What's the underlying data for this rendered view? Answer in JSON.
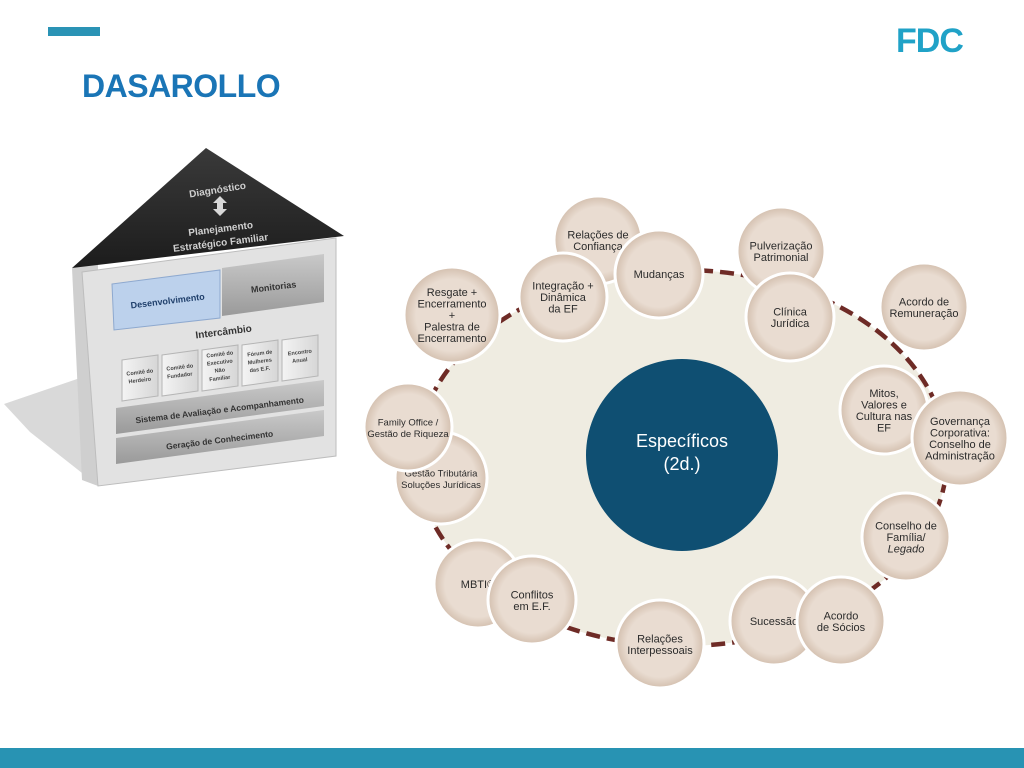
{
  "header": {
    "title": "DASAROLLO",
    "logo": "FDC"
  },
  "colors": {
    "accent": "#2a93b5",
    "title": "#1a75b6",
    "core": "#0f4f72",
    "node_fill": "#e6d7cb",
    "dashed_ring": "#6e2b26"
  },
  "house": {
    "roof_top": "Diagnóstico",
    "roof_bottom_1": "Planejamento",
    "roof_bottom_2": "Estratégico Familiar",
    "desenvolvimento": "Desenvolvimento",
    "monitorias": "Monitorias",
    "intercambio": "Intercâmbio",
    "pillars": [
      [
        "Comitê do",
        "Herdeiro"
      ],
      [
        "Comitê do",
        "Fundador"
      ],
      [
        "Comitê do",
        "Executivo",
        "Não",
        "Familiar"
      ],
      [
        "Fórum de",
        "Mulheres",
        "das E.F."
      ],
      [
        "Encontro",
        "Anual"
      ]
    ],
    "sistema": "Sistema de Avaliação e Acompanhamento",
    "geracao": "Geração de Conhecimento"
  },
  "diagram": {
    "center": [
      "Específicos",
      "(2d.)"
    ],
    "nodes": [
      {
        "id": "relacoes-confianca",
        "lines": [
          "Relações de",
          "Confiança"
        ]
      },
      {
        "id": "mudancas",
        "lines": [
          "Mudanças"
        ]
      },
      {
        "id": "integracao",
        "lines": [
          "Integração +",
          "Dinâmica",
          "da EF"
        ]
      },
      {
        "id": "pulverizacao",
        "lines": [
          "Pulverização",
          "Patrimonial"
        ]
      },
      {
        "id": "clinica",
        "lines": [
          "Clínica",
          "Jurídica"
        ]
      },
      {
        "id": "acordo-remuneracao",
        "lines": [
          "Acordo de",
          "Remuneração"
        ]
      },
      {
        "id": "resgate",
        "lines": [
          "Resgate +",
          "Encerramento",
          "+",
          "Palestra de",
          "Encerramento"
        ]
      },
      {
        "id": "mitos",
        "lines": [
          "Mitos,",
          "Valores e",
          "Cultura nas",
          "EF"
        ]
      },
      {
        "id": "governanca",
        "lines": [
          "Governança",
          "Corporativa:",
          "Conselho de",
          "Administração"
        ]
      },
      {
        "id": "gestao-tributaria",
        "lines": [
          "Gestão Tributária",
          "Soluções Jurídicas"
        ]
      },
      {
        "id": "family-office",
        "lines": [
          "Family Office /",
          "Gestão de Riqueza"
        ]
      },
      {
        "id": "conselho-familia",
        "lines": [
          "Conselho de",
          "Família/",
          "Legado"
        ]
      },
      {
        "id": "mbti",
        "lines": [
          "MBTI®"
        ]
      },
      {
        "id": "conflitos",
        "lines": [
          "Conflitos",
          "em E.F."
        ]
      },
      {
        "id": "relacoes-interpessoais",
        "lines": [
          "Relações",
          "Interpessoais"
        ]
      },
      {
        "id": "sucessao",
        "lines": [
          "Sucessão"
        ]
      },
      {
        "id": "acordo-socios",
        "lines": [
          "Acordo",
          "de Sócios"
        ]
      }
    ]
  }
}
